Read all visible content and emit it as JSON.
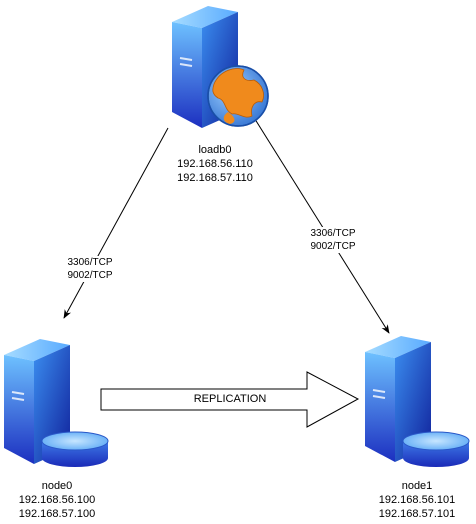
{
  "nodes": {
    "loadb0": {
      "name": "loadb0",
      "ip1": "192.168.56.110",
      "ip2": "192.168.57.110"
    },
    "node0": {
      "name": "node0",
      "ip1": "192.168.56.100",
      "ip2": "192.168.57.100"
    },
    "node1": {
      "name": "node1",
      "ip1": "192.168.56.101",
      "ip2": "192.168.57.101"
    }
  },
  "edges": {
    "loadb0_to_node0": {
      "line1": "3306/TCP",
      "line2": "9002/TCP"
    },
    "loadb0_to_node1": {
      "line1": "3306/TCP",
      "line2": "9002/TCP"
    },
    "replication": {
      "label": "REPLICATION"
    }
  },
  "colors": {
    "server_light": "#4aa8ff",
    "server_dark": "#1a3cc8",
    "globe_orange": "#f08a1c",
    "globe_blue": "#4a90e2"
  }
}
